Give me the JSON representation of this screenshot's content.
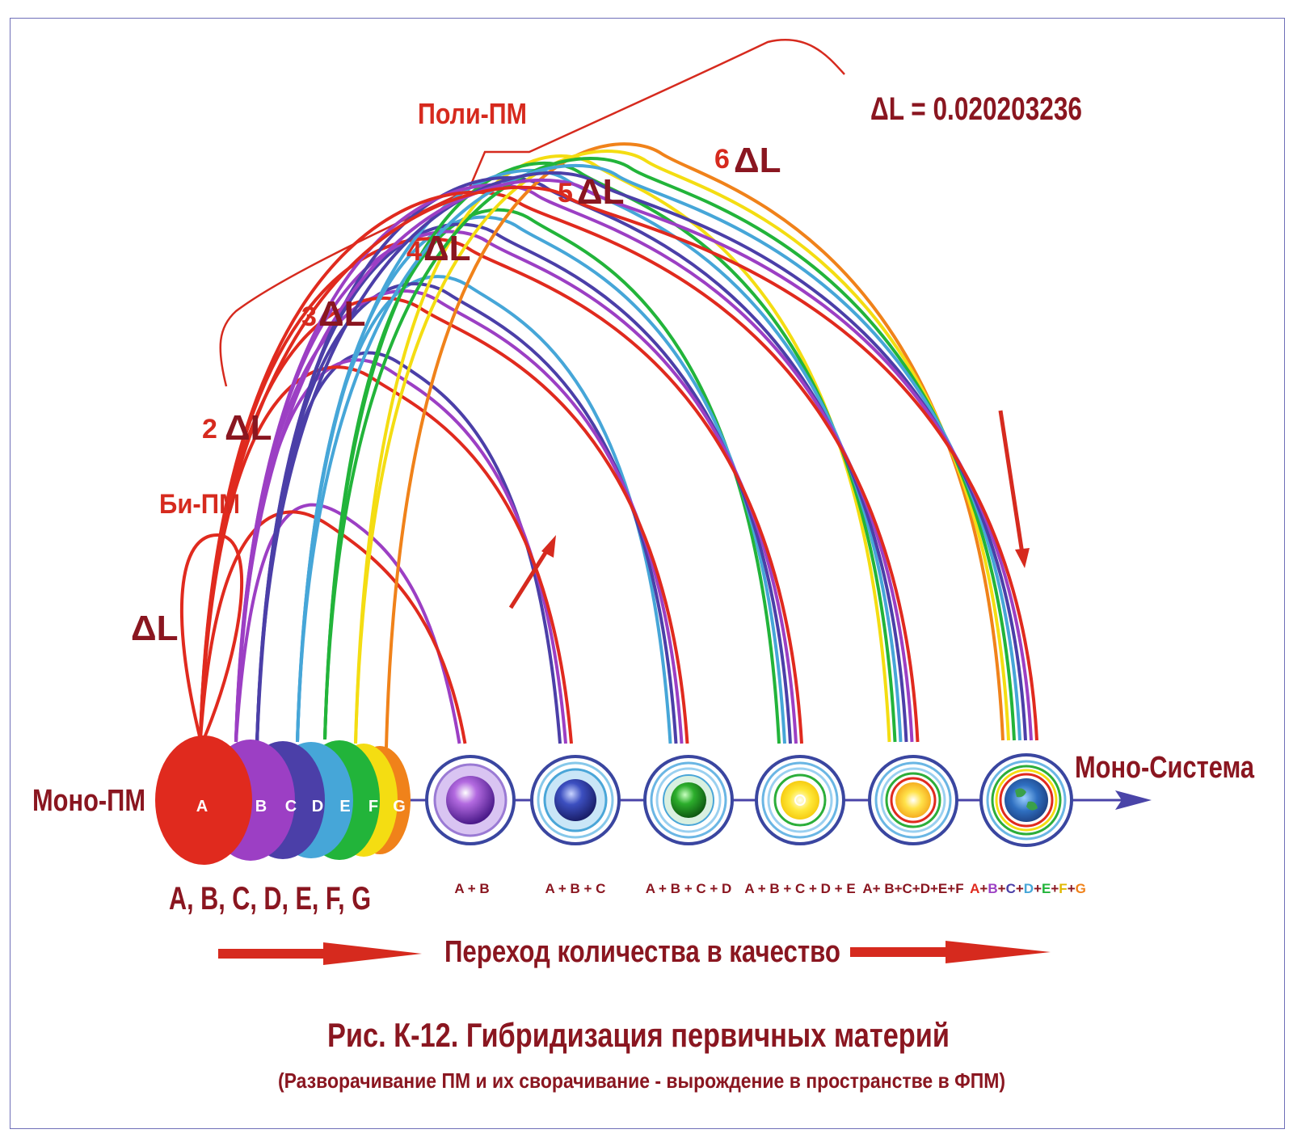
{
  "colors": {
    "A": "#e02a1e",
    "B": "#9c3fc4",
    "C": "#4b3fa8",
    "D": "#46a6d8",
    "E": "#22b43a",
    "F": "#f4dd12",
    "G": "#f0821a",
    "maroon": "#8a1620",
    "red_text": "#d62a1e",
    "axis": "#4a44a8",
    "frame": "#6f6fb8"
  },
  "labels": {
    "poly_pm": "Поли-ПМ",
    "delta_value": "ΔL = 0.020203236",
    "dl1": "ΔL",
    "dl2_num": "2",
    "dl2_sym": "ΔL",
    "dl3_num": "3",
    "dl3_sym": "ΔL",
    "dl4_num": "4",
    "dl4_sym": "ΔL",
    "dl5_num": "5",
    "dl5_sym": "ΔL",
    "dl6_num": "6",
    "dl6_sym": "ΔL",
    "bi_pm": "Би-ПМ",
    "mono_pm": "Моно-ПМ",
    "mono_system": "Моно-Система",
    "letters_list": "A, B, C, D, E, F, G",
    "transition": "Переход количества в качество",
    "figure_title": "Рис. К-12.  Гибридизация первичных материй",
    "figure_subtitle": "(Разворачивание ПМ и их сворачивание - вырождение в пространстве в ФПМ)"
  },
  "mono_disks": [
    "A",
    "B",
    "C",
    "D",
    "E",
    "F",
    "G"
  ],
  "nodes": [
    {
      "label": "A + B"
    },
    {
      "label": "A + B + C"
    },
    {
      "label": "A + B + C + D"
    },
    {
      "label": "A + B + C + D + E"
    },
    {
      "label": "A+ B+C+D+E+F"
    },
    {
      "label_parts": [
        "A",
        "+",
        "B",
        "+",
        "C",
        "+",
        "D",
        "+",
        "E",
        "+",
        "F",
        "+",
        "G"
      ]
    }
  ]
}
